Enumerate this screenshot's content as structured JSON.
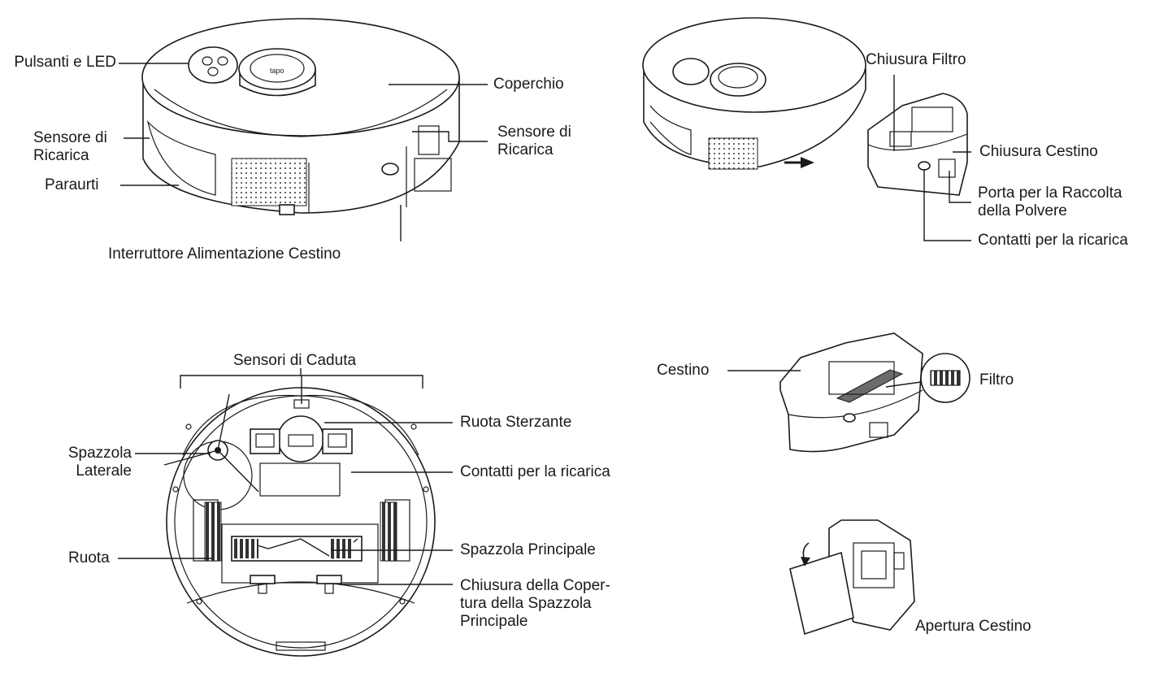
{
  "labels": {
    "buttons_led": "Pulsanti e LED",
    "cover": "Coperchio",
    "charge_sensor_left": "Sensore di\nRicarica",
    "charge_sensor_right": "Sensore di\nRicarica",
    "bumper": "Paraurti",
    "bin_power_switch": "Interruttore Alimentazione Cestino",
    "filter_latch": "Chiusura Filtro",
    "bin_latch": "Chiusura Cestino",
    "dust_port": "Porta per la Raccolta\ndella Polvere",
    "charging_contacts_bin": "Contatti per la ricarica",
    "cliff_sensors": "Sensori di Caduta",
    "caster_wheel": "Ruota Sterzante",
    "side_brush": "Spazzola\nLaterale",
    "charging_contacts_bottom": "Contatti per la ricarica",
    "wheel": "Ruota",
    "main_brush": "Spazzola Principale",
    "main_brush_cover_latch": "Chiusura della Coper-\ntura della Spazzola\nPrincipale",
    "bin": "Cestino",
    "filter": "Filtro",
    "bin_open": "Apertura Cestino"
  }
}
